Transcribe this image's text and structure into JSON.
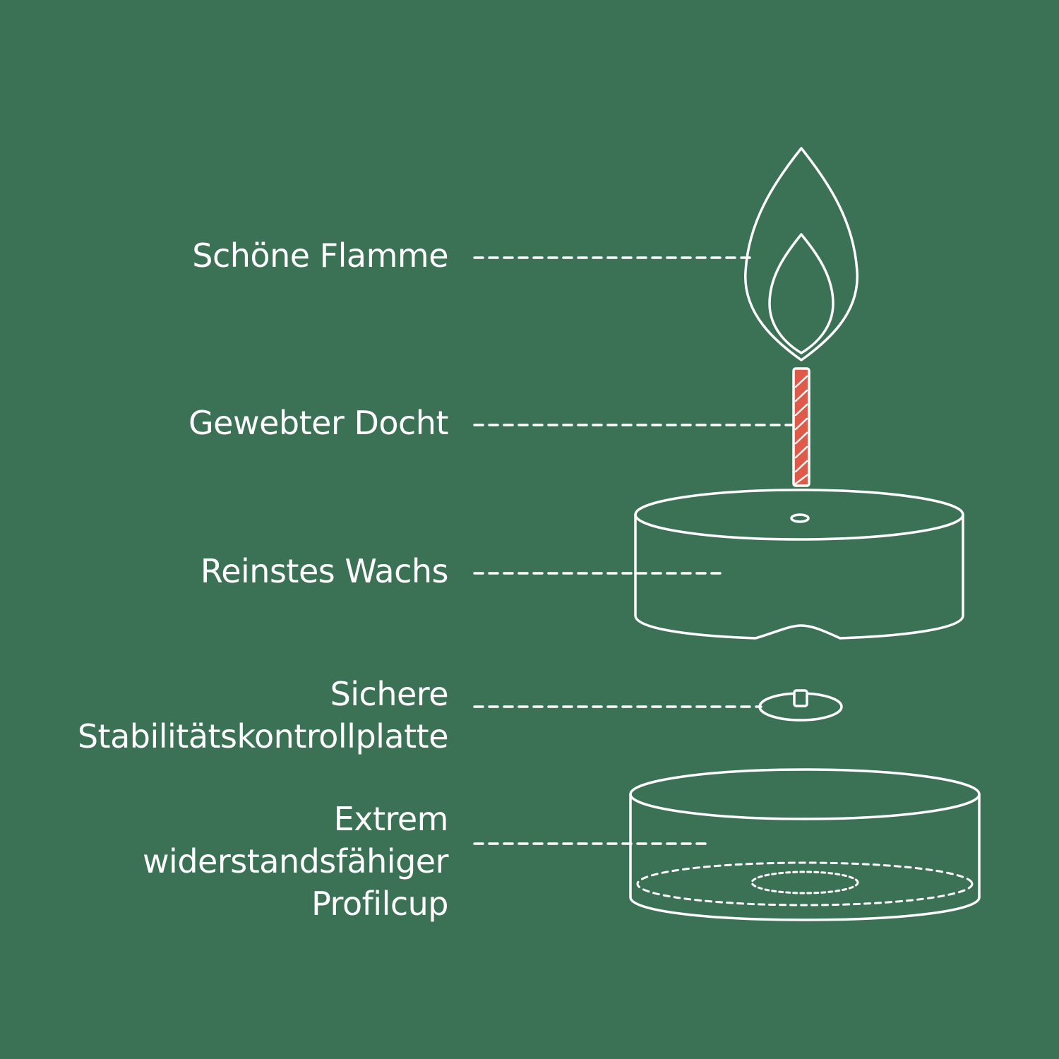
{
  "colors": {
    "background": "#3b7155",
    "line": "#ffffff",
    "wick_accent": "#e05a4a"
  },
  "parts": [
    {
      "id": "flame",
      "lines": [
        "Schöne Flamme"
      ]
    },
    {
      "id": "wick",
      "lines": [
        "Gewebter Docht"
      ]
    },
    {
      "id": "wax",
      "lines": [
        "Reinstes Wachs"
      ]
    },
    {
      "id": "plate",
      "lines": [
        "Sichere",
        "Stabilitätskontrollplatte"
      ]
    },
    {
      "id": "cup",
      "lines": [
        "Extrem",
        "widerstandsfähiger",
        "Profilcup"
      ]
    }
  ]
}
